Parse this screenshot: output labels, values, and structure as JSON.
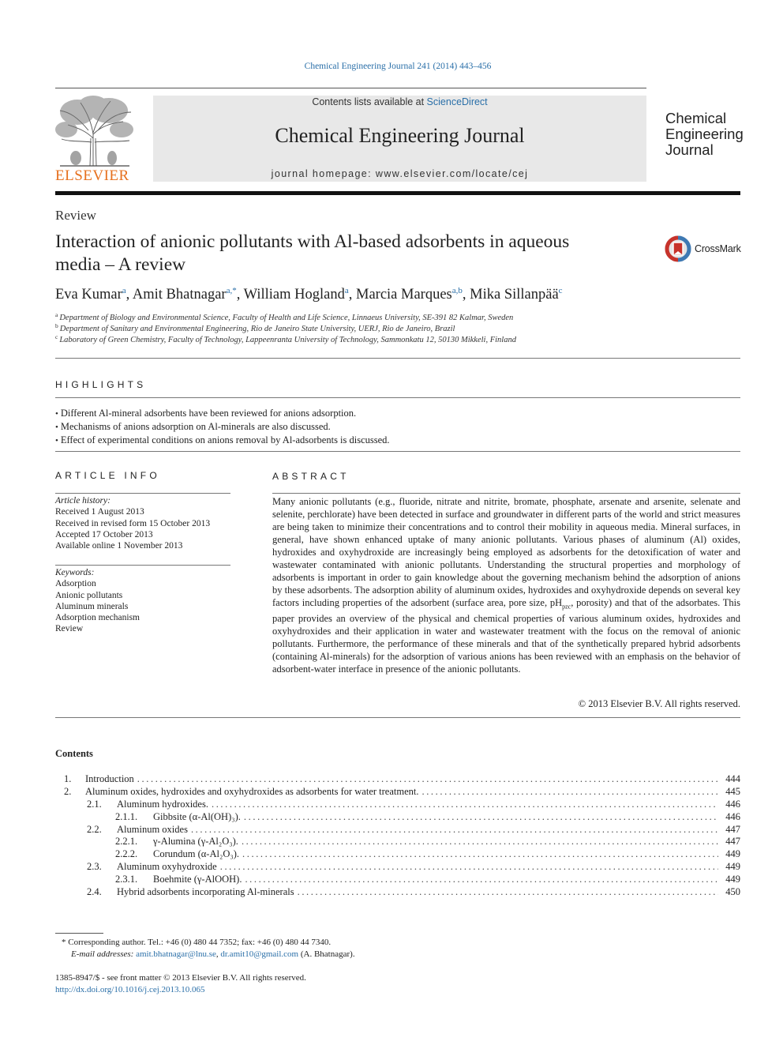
{
  "header": {
    "citation": "Chemical Engineering Journal 241 (2014) 443–456",
    "contents_prefix": "Contents lists available at ",
    "contents_link": "ScienceDirect",
    "journal_title": "Chemical Engineering Journal",
    "homepage": "journal homepage: www.elsevier.com/locate/cej",
    "publisher": "ELSEVIER",
    "cover_title_lines": [
      "Chemical",
      "Engineering",
      "Journal"
    ],
    "crossmark": "CrossMark"
  },
  "article": {
    "section": "Review",
    "title_line1": "Interaction of anionic pollutants with Al-based adsorbents in aqueous",
    "title_line2": "media – A review",
    "authors": [
      {
        "name": "Eva Kumar",
        "sup": "a"
      },
      {
        "name": "Amit Bhatnagar",
        "sup": "a,*"
      },
      {
        "name": "William Hogland",
        "sup": "a"
      },
      {
        "name": "Marcia Marques",
        "sup": "a,b"
      },
      {
        "name": "Mika Sillanpää",
        "sup": "c"
      }
    ],
    "affiliations": [
      {
        "key": "a",
        "text": "Department of Biology and Environmental Science, Faculty of Health and Life Science, Linnaeus University, SE-391 82 Kalmar, Sweden"
      },
      {
        "key": "b",
        "text": "Department of Sanitary and Environmental Engineering, Rio de Janeiro State University, UERJ, Rio de Janeiro, Brazil"
      },
      {
        "key": "c",
        "text": "Laboratory of Green Chemistry, Faculty of Technology, Lappeenranta University of Technology, Sammonkatu 12, 50130 Mikkeli, Finland"
      }
    ]
  },
  "highlights": {
    "heading": "HIGHLIGHTS",
    "items": [
      "Different Al-mineral adsorbents have been reviewed for anions adsorption.",
      "Mechanisms of anions adsorption on Al-minerals are also discussed.",
      "Effect of experimental conditions on anions removal by Al-adsorbents is discussed."
    ]
  },
  "article_info": {
    "heading": "ARTICLE INFO",
    "history_label": "Article history:",
    "history": [
      "Received 1 August 2013",
      "Received in revised form 15 October 2013",
      "Accepted 17 October 2013",
      "Available online 1 November 2013"
    ],
    "keywords_label": "Keywords:",
    "keywords": [
      "Adsorption",
      "Anionic pollutants",
      "Aluminum minerals",
      "Adsorption mechanism",
      "Review"
    ]
  },
  "abstract": {
    "heading": "ABSTRACT",
    "text_before_sub": "Many anionic pollutants (e.g., fluoride, nitrate and nitrite, bromate, phosphate, arsenate and arsenite, selenate and selenite, perchlorate) have been detected in surface and groundwater in different parts of the world and strict measures are being taken to minimize their concentrations and to control their mobility in aqueous media. Mineral surfaces, in general, have shown enhanced uptake of many anionic pollutants. Various phases of aluminum (Al) oxides, hydroxides and oxyhydroxide are increasingly being employed as adsorbents for the detoxification of water and wastewater contaminated with anionic pollutants. Understanding the structural properties and morphology of adsorbents is important in order to gain knowledge about the governing mechanism behind the adsorption of anions by these adsorbents. The adsorption ability of aluminum oxides, hydroxides and oxyhydroxide depends on several key factors including properties of the adsorbent (surface area, pore size, pH",
    "sub": "pzc",
    "text_after_sub": ", porosity) and that of the adsorbates. This paper provides an overview of the physical and chemical properties of various aluminum oxides, hydroxides and oxyhydroxides and their application in water and wastewater treatment with the focus on the removal of anionic pollutants. Furthermore, the performance of these minerals and that of the synthetically prepared hybrid adsorbents (containing Al-minerals) for the adsorption of various anions has been reviewed with an emphasis on the behavior of adsorbent-water interface in presence of the anionic pollutants.",
    "copyright": "© 2013 Elsevier B.V. All rights reserved."
  },
  "contents": {
    "heading": "Contents",
    "items": [
      {
        "num": "1.",
        "title": "Introduction",
        "page": "444",
        "level": 0
      },
      {
        "num": "2.",
        "title": "Aluminum oxides, hydroxides and oxyhydroxides as adsorbents for water treatment.",
        "page": "445",
        "level": 0
      },
      {
        "num": "2.1.",
        "title": "Aluminum hydroxides.",
        "page": "446",
        "level": 1
      },
      {
        "num": "2.1.1.",
        "title": "Gibbsite (α-Al(OH)₃).",
        "page": "446",
        "level": 2
      },
      {
        "num": "2.2.",
        "title": "Aluminum oxides",
        "page": "447",
        "level": 1
      },
      {
        "num": "2.2.1.",
        "title": "γ-Alumina (γ-Al₂O₃).",
        "page": "447",
        "level": 2
      },
      {
        "num": "2.2.2.",
        "title": "Corundum (α-Al₂O₃).",
        "page": "449",
        "level": 2
      },
      {
        "num": "2.3.",
        "title": "Aluminum oxyhydroxide",
        "page": "449",
        "level": 1
      },
      {
        "num": "2.3.1.",
        "title": "Boehmite (γ-AlOOH).",
        "page": "449",
        "level": 2
      },
      {
        "num": "2.4.",
        "title": "Hybrid adsorbents incorporating Al-minerals",
        "page": "450",
        "level": 1
      }
    ]
  },
  "footnote": {
    "corresponding": "* Corresponding author. Tel.: +46 (0) 480 44 7352; fax: +46 (0) 480 44 7340.",
    "email_label": "E-mail addresses:",
    "email1": "amit.bhatnagar@lnu.se",
    "email_sep": ",",
    "email2": "dr.amit10@gmail.com",
    "email_suffix": "(A. Bhatnagar)."
  },
  "issn": {
    "line": "1385-8947/$ - see front matter © 2013 Elsevier B.V. All rights reserved.",
    "doi": "http://dx.doi.org/10.1016/j.cej.2013.10.065"
  }
}
